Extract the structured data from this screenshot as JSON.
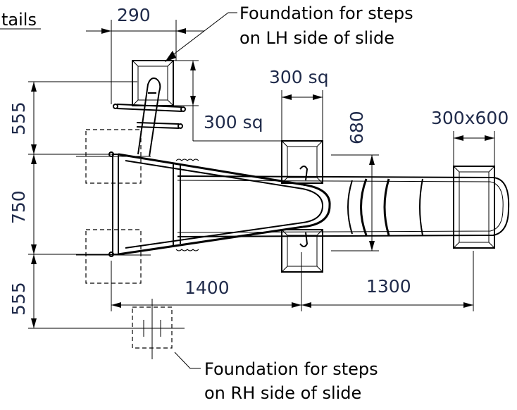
{
  "heading_fragment": "tails",
  "dimensions": {
    "top_width": "290",
    "left_upper": "555",
    "left_middle": "750",
    "left_lower": "555",
    "inner_square": "300 sq",
    "pad_square": "300 sq",
    "pad_length": "680",
    "end_pad": "300x600",
    "length_a": "1400",
    "length_b": "1300"
  },
  "callouts": {
    "lh_line1": "Foundation for steps",
    "lh_line2": "on LH side of slide",
    "rh_line1": "Foundation for steps",
    "rh_line2": "on RH side of slide"
  }
}
